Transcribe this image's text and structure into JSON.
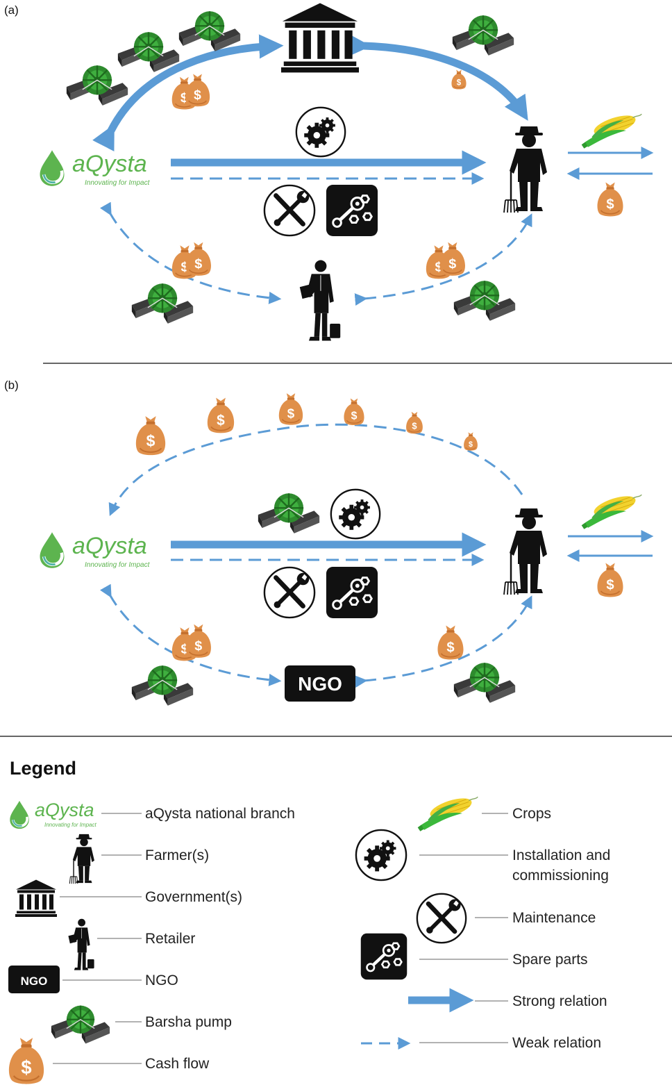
{
  "panels": {
    "a": {
      "label": "(a)"
    },
    "b": {
      "label": "(b)"
    }
  },
  "logo": {
    "name": "aQysta",
    "tagline": "Innovating for Impact"
  },
  "ngo_badge": "NGO",
  "currency_symbol": "$",
  "legend": {
    "title": "Legend",
    "left": [
      {
        "icon": "aqysta-logo-icon",
        "label": "aQysta national branch"
      },
      {
        "icon": "farmer-icon",
        "label": "Farmer(s)"
      },
      {
        "icon": "government-icon",
        "label": "Government(s)"
      },
      {
        "icon": "retailer-icon",
        "label": "Retailer"
      },
      {
        "icon": "ngo-badge-icon",
        "label": "NGO"
      },
      {
        "icon": "barsha-pump-icon",
        "label": "Barsha pump"
      },
      {
        "icon": "money-bag-icon",
        "label": "Cash flow"
      }
    ],
    "right": [
      {
        "icon": "corn-icon",
        "label": "Crops"
      },
      {
        "icon": "gear-icon",
        "label": "Installation and commissioning"
      },
      {
        "icon": "wrench-screwdriver-icon",
        "label": "Maintenance"
      },
      {
        "icon": "spare-parts-icon",
        "label": "Spare parts"
      },
      {
        "icon": "strong-arrow-icon",
        "label": "Strong relation"
      },
      {
        "icon": "weak-arrow-icon",
        "label": "Weak relation"
      }
    ]
  },
  "colors": {
    "arrow_blue": "#5B9BD5",
    "logo_green": "#5DB44F",
    "logo_teal": "#4FB3A7",
    "money_orange": "#E0904A",
    "pump_green": "#2E8B2E",
    "black": "#111111"
  }
}
